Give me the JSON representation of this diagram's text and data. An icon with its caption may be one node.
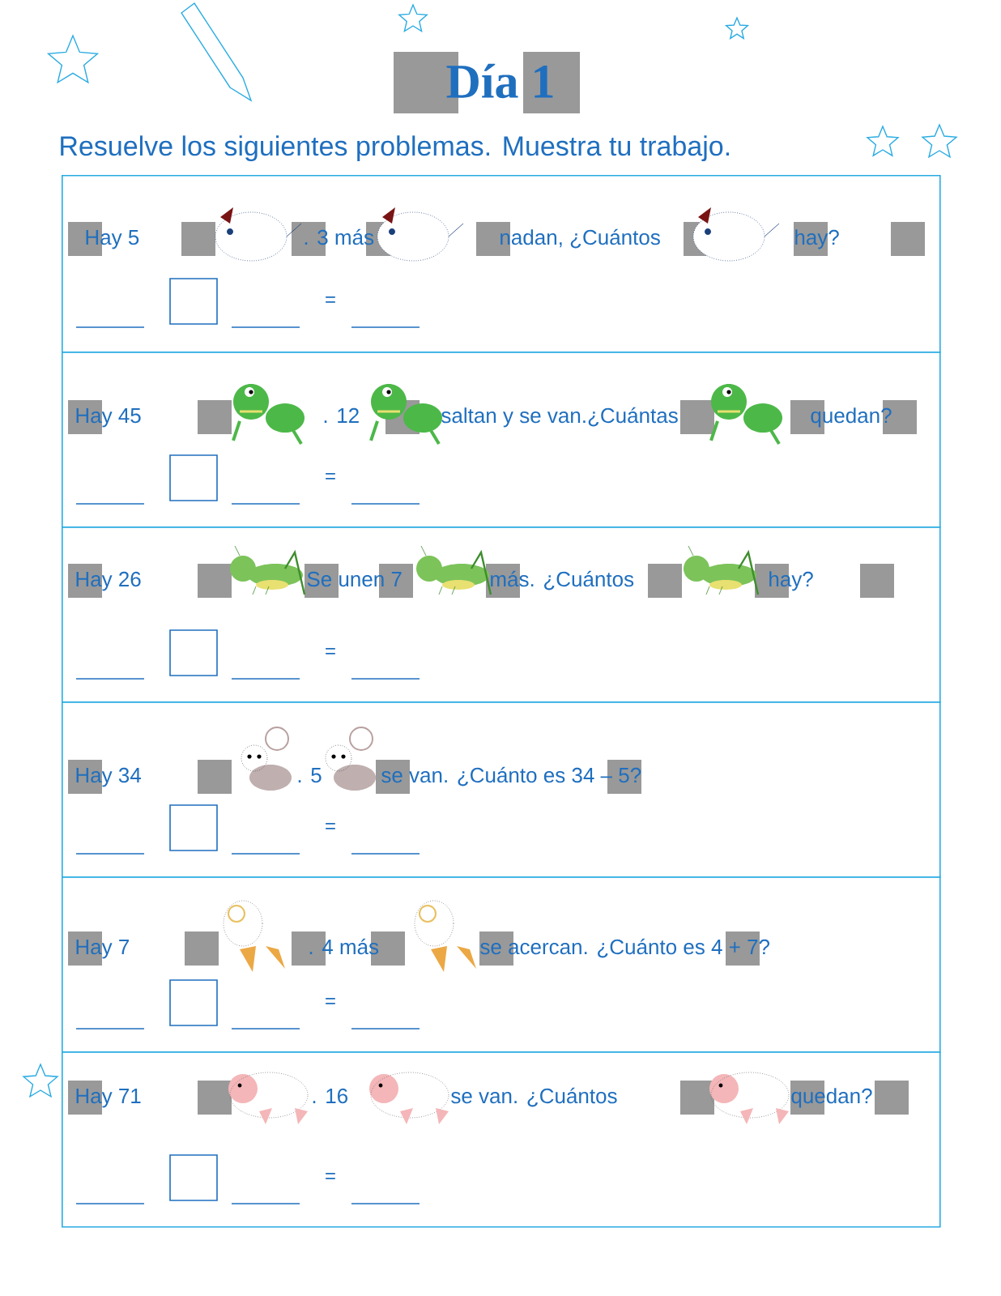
{
  "diagram": {
    "title": "Día 1",
    "nodes": [
      {
        "text": [
          "Hay 5",
          ". 3 más",
          "nadan, ¿Cuántos",
          "hay?",
          "="
        ]
      },
      {
        "text": [
          "Hay 45",
          ". 12",
          "saltan y se van.¿Cuántas",
          "quedan?",
          "="
        ]
      },
      {
        "text": [
          "Hay 26",
          "Se unen 7",
          "más. ¿Cuántos",
          "hay?",
          "="
        ]
      },
      {
        "text": [
          "Hay 34",
          ". 5",
          "se van. ¿Cuánto es 34 – 5?",
          "="
        ]
      },
      {
        "text": [
          "Hay 7",
          ". 4 más",
          "se acercan. ¿Cuánto es 4 + 7?",
          "="
        ]
      },
      {
        "text": [
          "Hay 71",
          ". 16",
          "se van. ¿Cuántos",
          "quedan?",
          "="
        ]
      }
    ],
    "labels": [
      "Resuelve los siguientes problemas. Muestra tu trabajo."
    ]
  }
}
